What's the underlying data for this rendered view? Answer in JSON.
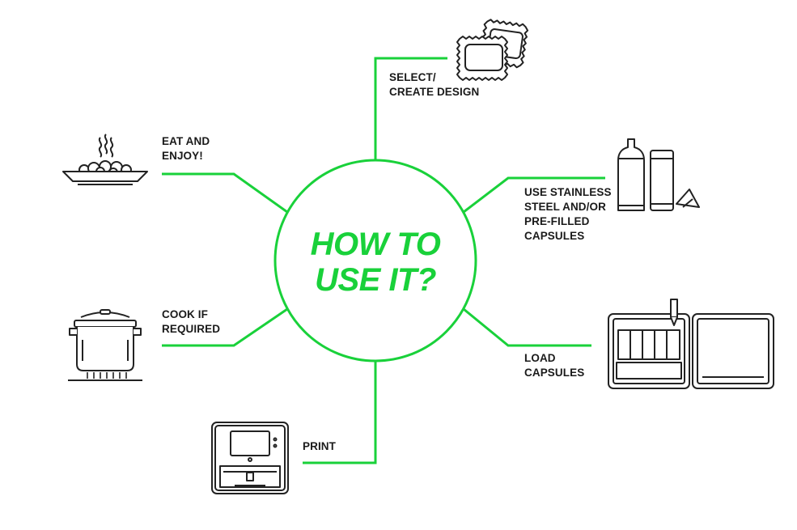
{
  "title": {
    "line1": "HOW TO",
    "line2": "USE IT?",
    "color": "#19d13a"
  },
  "colors": {
    "accent": "#19d13a",
    "icon_stroke": "#222222"
  },
  "steps": [
    {
      "line1": "SELECT/",
      "line2": "CREATE DESIGN",
      "icon": "stamp-cards-icon"
    },
    {
      "line1": "USE STAINLESS",
      "line2": "STEEL AND/OR",
      "line3": "PRE-FILLED",
      "line4": "CAPSULES",
      "icon": "capsules-icon"
    },
    {
      "line1": "LOAD",
      "line2": "CAPSULES",
      "icon": "printer-open-icon"
    },
    {
      "line1": "PRINT",
      "icon": "food-printer-icon"
    },
    {
      "line1": "COOK IF",
      "line2": "REQUIRED",
      "icon": "cooking-pot-icon"
    },
    {
      "line1": "EAT AND",
      "line2": "ENJOY!",
      "icon": "served-plate-icon"
    }
  ]
}
